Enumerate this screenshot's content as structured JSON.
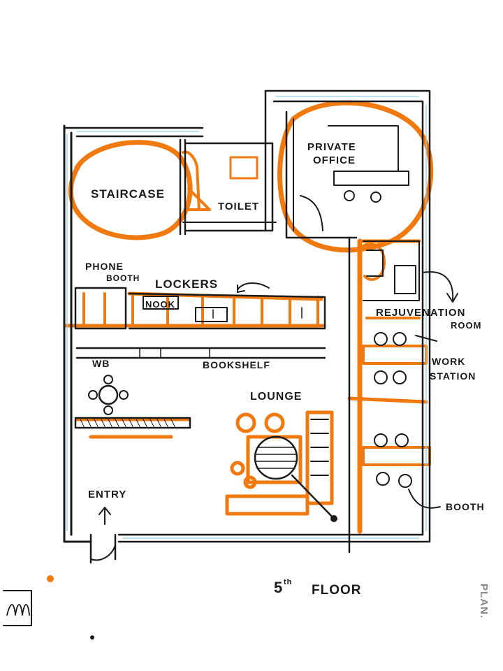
{
  "labels": {
    "staircase": "STAIRCASE",
    "toilet": "TOILET",
    "private_office_1": "PRIVATE",
    "private_office_2": "OFFICE",
    "phone_booth_1": "PHONE",
    "phone_booth_2": "BOOTH",
    "lockers": "LOCKERS",
    "nook": "NOOK",
    "rejuvenation_1": "REJUVENATION",
    "rejuvenation_2": "ROOM",
    "wb": "WB",
    "bookshelf": "BOOKSHELF",
    "work_station_1": "WORK",
    "work_station_2": "STATION",
    "lounge": "LOUNGE",
    "entry": "ENTRY",
    "booth": "BOOTH",
    "floor_main": "5",
    "floor_sup": "th",
    "floor_word": "FLOOR",
    "plan": "PLAN."
  },
  "colors": {
    "ink": "#1b1b1b",
    "marker": "#f07a10",
    "glass": "#8fd0ea"
  }
}
